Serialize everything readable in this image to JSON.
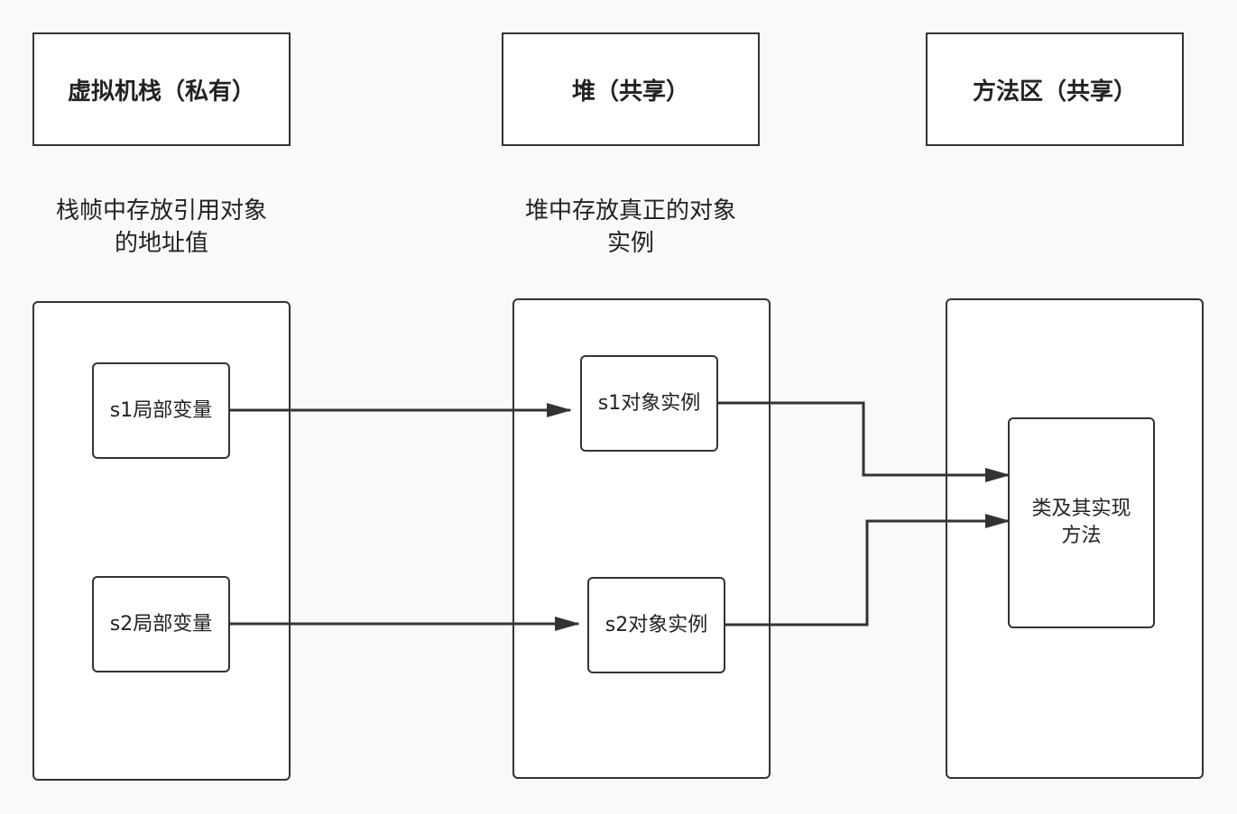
{
  "headers": {
    "stack": "虚拟机栈（私有）",
    "heap": "堆（共享）",
    "method": "方法区（共享）"
  },
  "descriptions": {
    "stack_line1": "栈帧中存放引用对象",
    "stack_line2": "的地址值",
    "heap_line1": "堆中存放真正的对象",
    "heap_line2": "实例"
  },
  "nodes": {
    "s1_local": "s1局部变量",
    "s2_local": "s2局部变量",
    "s1_instance": "s1对象实例",
    "s2_instance": "s2对象实例",
    "class_impl": "类及其实现方法"
  },
  "colors": {
    "stroke": "#333333",
    "background": "#f9f9f9",
    "box_fill": "#ffffff"
  }
}
